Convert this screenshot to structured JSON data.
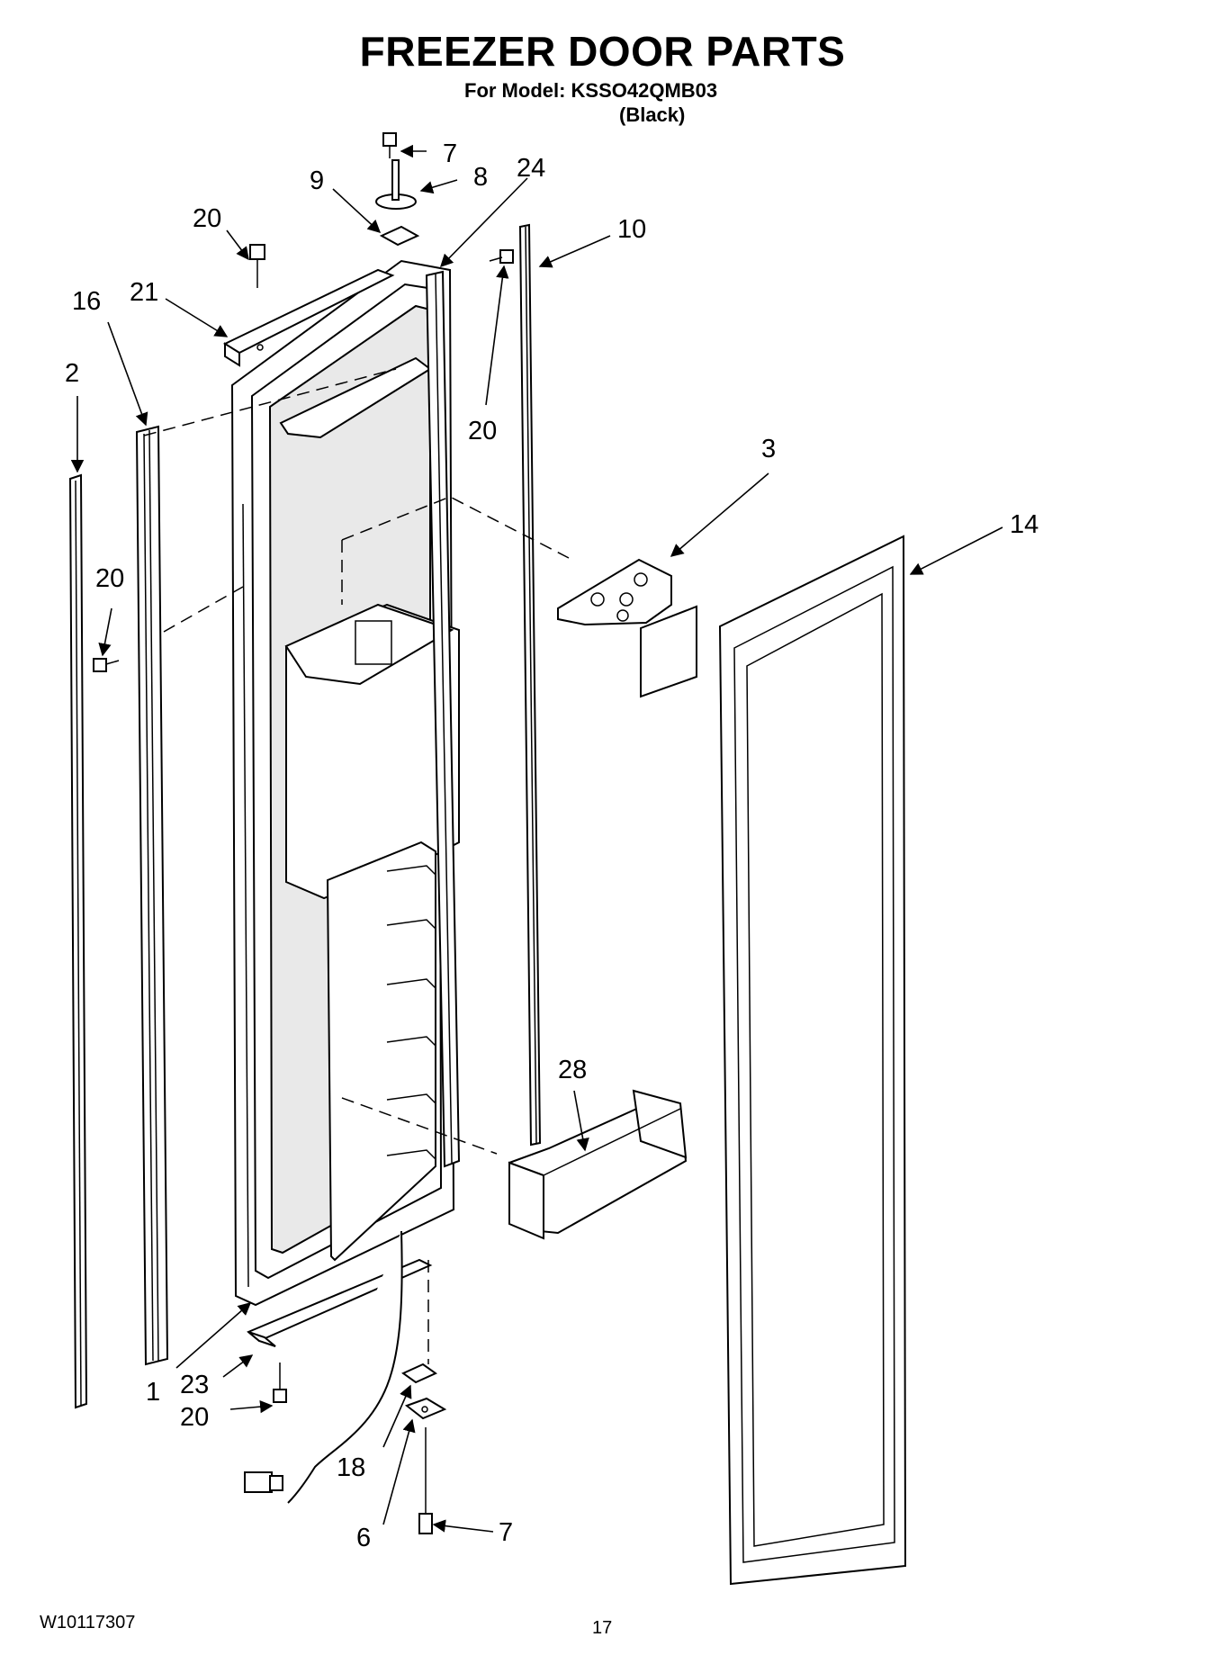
{
  "header": {
    "title": "FREEZER DOOR PARTS",
    "model_line": "For Model: KSSO42QMB03",
    "variant": "(Black)"
  },
  "footer": {
    "doc_number": "W10117307",
    "page_number": "17"
  },
  "callouts": {
    "c7_top": "7",
    "c8": "8",
    "c24": "24",
    "c9": "9",
    "c20_top": "20",
    "c10": "10",
    "c21": "21",
    "c16": "16",
    "c2": "2",
    "c20_right": "20",
    "c3": "3",
    "c14": "14",
    "c20_left": "20",
    "c28": "28",
    "c1": "1",
    "c23": "23",
    "c20_bottom": "20",
    "c18": "18",
    "c6": "6",
    "c7_bottom": "7"
  }
}
